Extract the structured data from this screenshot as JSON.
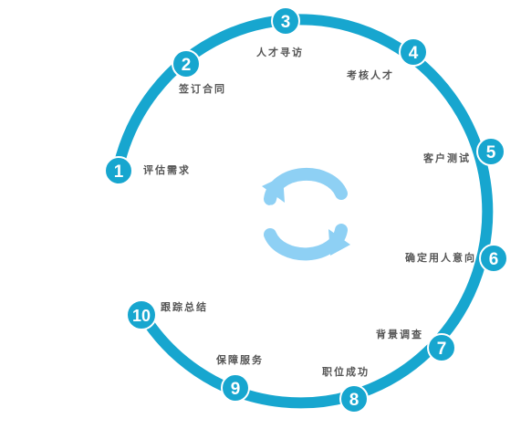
{
  "colors": {
    "ring": "#17a6cf",
    "node": "#17a6cf",
    "node_text": "#ffffff",
    "label": "#555555",
    "cycle_arrows": "#8ed0f4",
    "center_text": "#ffffff"
  },
  "center": {
    "title": "服务流程",
    "icon": "refresh-cycle-icon"
  },
  "steps": [
    {
      "number": "1",
      "label": "评估需求"
    },
    {
      "number": "2",
      "label": "签订合同"
    },
    {
      "number": "3",
      "label": "人才寻访"
    },
    {
      "number": "4",
      "label": "考核人才"
    },
    {
      "number": "5",
      "label": "客户测试"
    },
    {
      "number": "6",
      "label": "确定用人意向"
    },
    {
      "number": "7",
      "label": "背景调查"
    },
    {
      "number": "8",
      "label": "职位成功"
    },
    {
      "number": "9",
      "label": "保障服务"
    },
    {
      "number": "10",
      "label": "跟踪总结"
    }
  ]
}
